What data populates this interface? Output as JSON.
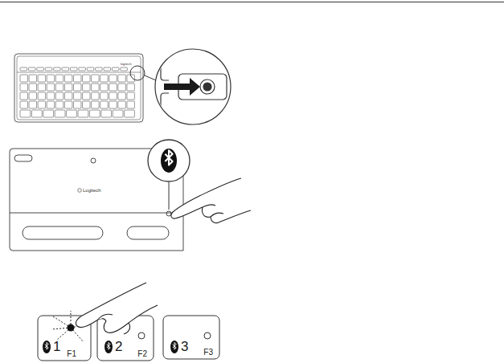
{
  "diagram": {
    "nodes": [
      {
        "text": [
          "1",
          "F1"
        ]
      },
      {
        "text": [
          "2",
          "F2"
        ]
      },
      {
        "text": [
          "3",
          "F3"
        ]
      }
    ],
    "labels": [
      "logitech",
      "Logitech"
    ]
  }
}
